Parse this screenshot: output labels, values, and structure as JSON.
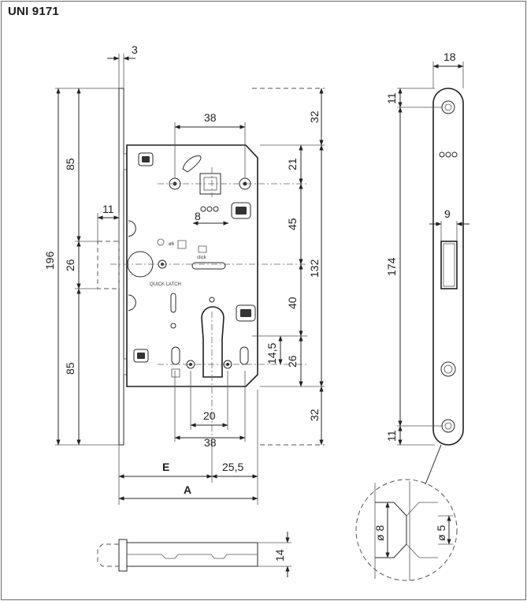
{
  "title": "UNI 9171",
  "dimensions": {
    "plate_thickness": "3",
    "faceplate_width": "18",
    "top_85": "85",
    "bottom_85": "85",
    "total_196": "196",
    "mid_26": "26",
    "latch_11": "11",
    "width_38_top": "38",
    "top_32": "32",
    "d_21": "21",
    "d_45": "45",
    "d_132": "132",
    "d_40": "40",
    "d_14_5": "14,5",
    "d_26_right": "26",
    "bottom_32": "32",
    "d_20": "20",
    "width_38_bottom": "38",
    "label_E": "E",
    "d_25_5": "25,5",
    "label_A": "A",
    "square_8": "8",
    "fp_11_top": "11",
    "fp_174": "174",
    "fp_9": "9",
    "fp_11_bottom": "11",
    "diam_8": "ø 8",
    "diam_5": "ø 5",
    "thickness_14": "14",
    "quick_latch": "QUICK LATCH",
    "click": "click",
    "o6": "ø6"
  }
}
